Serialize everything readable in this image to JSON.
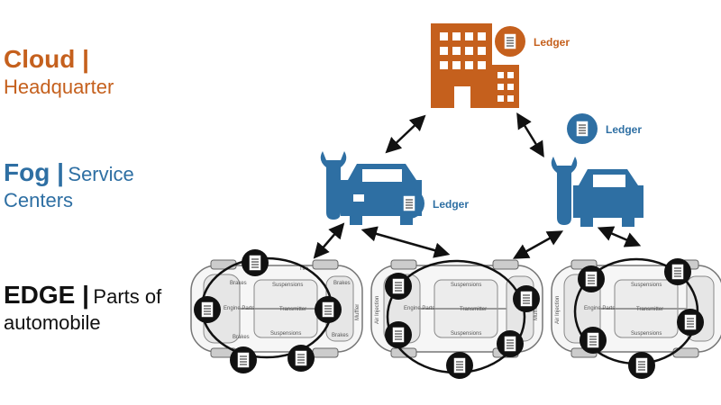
{
  "tiers": {
    "cloud": {
      "title": "Cloud |",
      "subtitle": "Headquarter"
    },
    "fog": {
      "title": "Fog |",
      "subtitle": "Service Centers"
    },
    "edge": {
      "title": "EDGE |",
      "subtitle": "Parts of automobile"
    }
  },
  "ledger_label": "Ledger",
  "car_parts": {
    "brakes": "Brakes",
    "tire": "Tire",
    "suspensions": "Suspensions",
    "engine_parts": "Engine Parts",
    "transmitter": "Transmitter",
    "muffler": "Muffler",
    "air_injection": "Air Injection"
  },
  "colors": {
    "cloud": "#c5601d",
    "fog": "#2e6fa3",
    "edge": "#111111"
  },
  "icons": {
    "headquarter": "office-building-icon",
    "service_center": "wrench-car-icon",
    "ledger": "document-icon"
  }
}
